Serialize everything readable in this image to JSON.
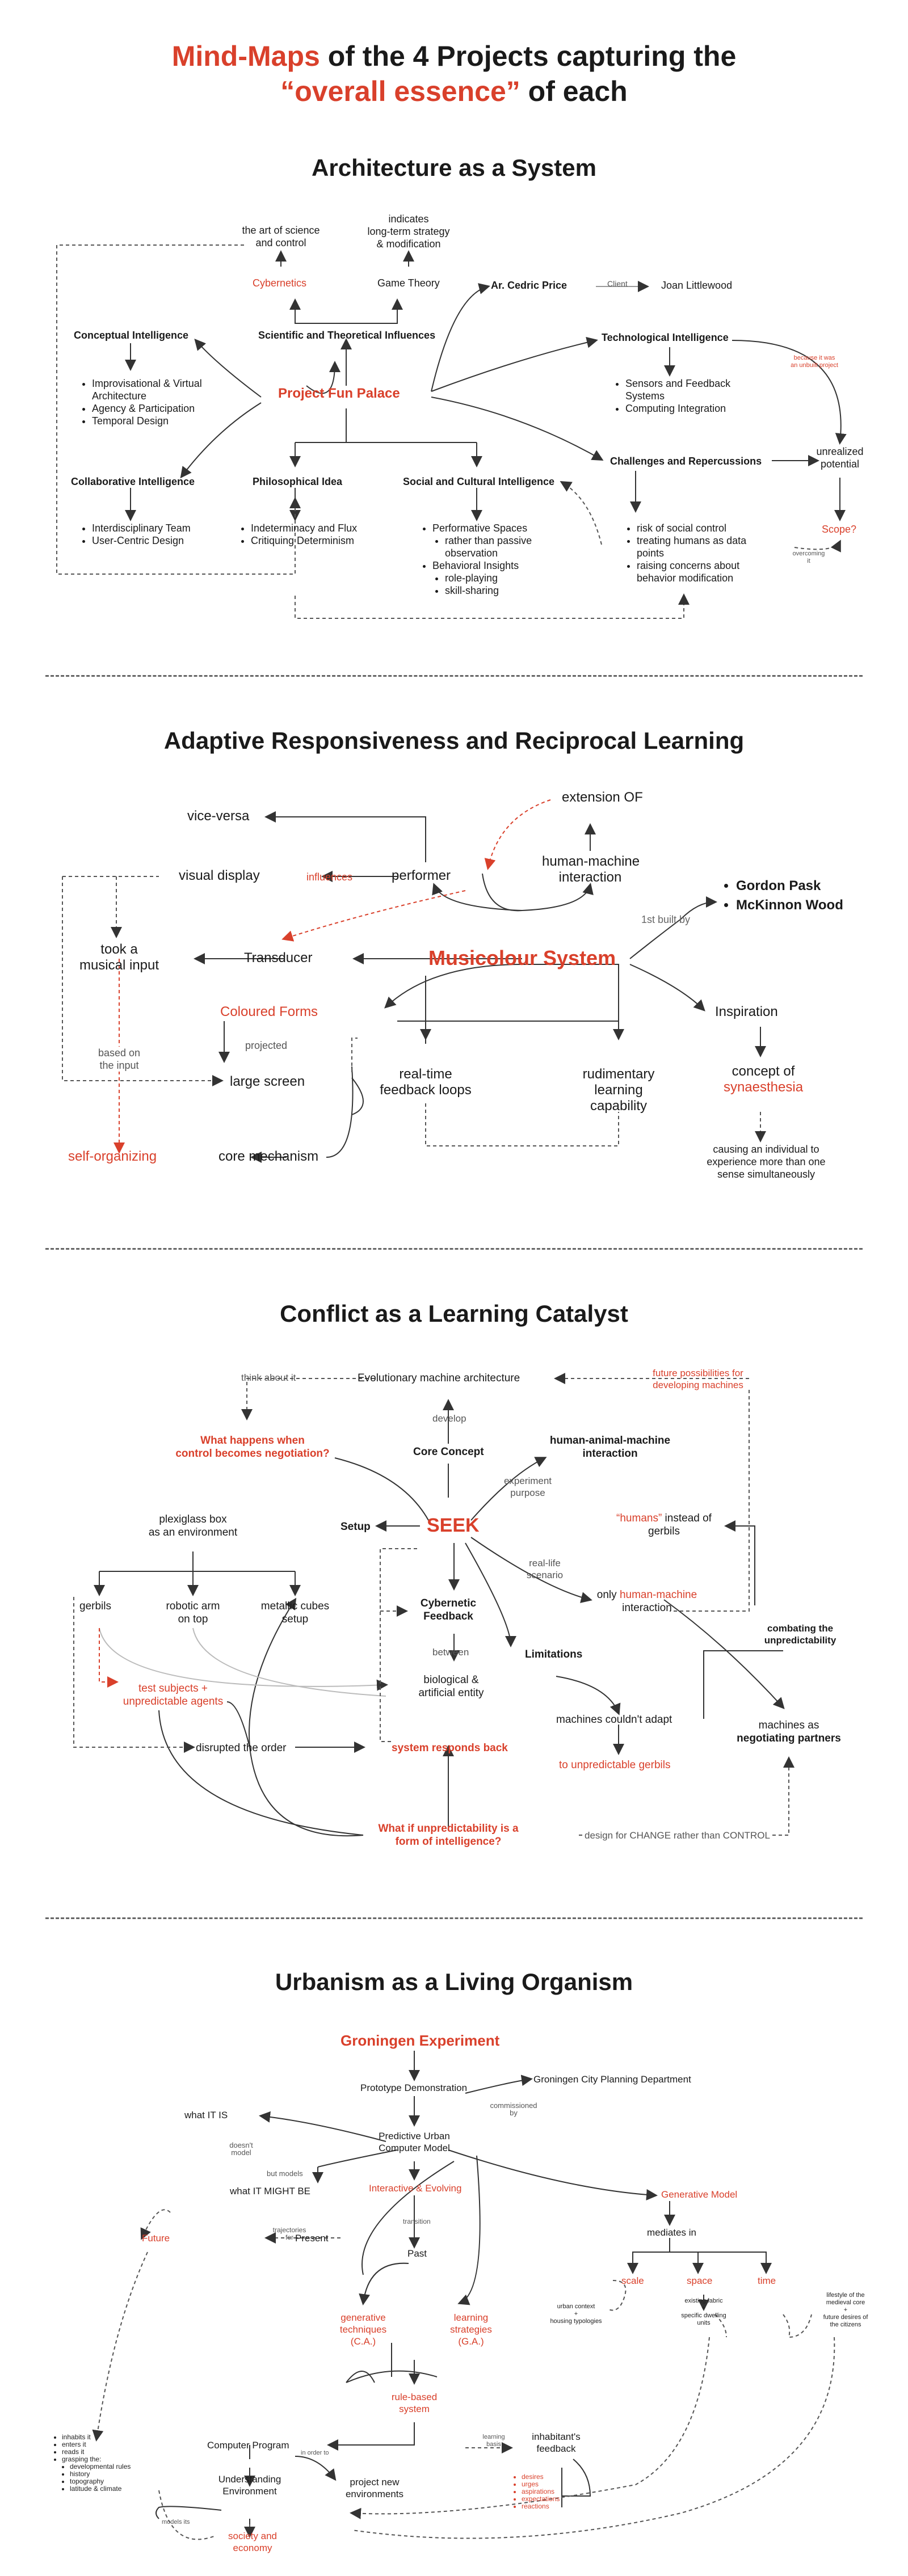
{
  "header": {
    "title_red": "Mind-Maps",
    "title_rest1": " of the 4 Projects capturing the",
    "title_quote": "“overall essence”",
    "title_rest2": " of each"
  },
  "s1": {
    "title": "Architecture as a System",
    "center": "Project Fun Palace",
    "art": [
      "the art of science",
      "and control"
    ],
    "indicates": [
      "indicates",
      "long-term strategy",
      "& modification"
    ],
    "cybernetics": "Cybernetics",
    "game": "Game Theory",
    "cedric": "Ar. Cedric Price",
    "client": "Client",
    "joan": "Joan Littlewood",
    "sci": "Scientific and Theoretical Influences",
    "conceptual": "Conceptual Intelligence",
    "conceptual_items": [
      "Improvisational & Virtual Architecture",
      "Agency & Participation",
      "Temporal Design"
    ],
    "tech": "Technological Intelligence",
    "tech_items": [
      "Sensors and Feedback Systems",
      "Computing Integration"
    ],
    "because": [
      "because it was",
      "an unbuilt project"
    ],
    "unrealized": [
      "unrealized",
      "potential"
    ],
    "challenges": "Challenges and Repercussions",
    "challenge_items": [
      "risk of social control",
      "treating humans as data points",
      "raising concerns about behavior modification"
    ],
    "scope": "Scope?",
    "overcoming": [
      "overcoming",
      "it"
    ],
    "collab": "Collaborative Intelligence",
    "collab_items": [
      "Interdisciplinary Team",
      "User-Centric Design"
    ],
    "phil": "Philosophical Idea",
    "phil_items": [
      "Indeterminacy and Flux",
      "Critiquing Determinism"
    ],
    "social": "Social and Cultural Intelligence",
    "social_items": [
      "Performative Spaces",
      "rather than passive observation",
      "Behavioral Insights",
      "role-playing",
      "skill-sharing"
    ]
  },
  "s2": {
    "title": "Adaptive Responsiveness and Reciprocal Learning",
    "center": "Musicolour System",
    "vice": "vice-versa",
    "extension": "extension OF",
    "visual": "visual display",
    "influences": "influences",
    "performer": "performer",
    "hmi": [
      "human-machine",
      "interaction"
    ],
    "built": "1st built by",
    "gordon": "Gordon Pask",
    "mckinnon": "McKinnon Wood",
    "took": [
      "took a",
      "musical input"
    ],
    "transducer": "Transducer",
    "coloured": "Coloured Forms",
    "projected": "projected",
    "based": [
      "based on",
      "the input"
    ],
    "large": "large screen",
    "realtime": [
      "real-time",
      "feedback loops"
    ],
    "rudimentary": [
      "rudimentary",
      "learning",
      "capability"
    ],
    "inspiration": "Inspiration",
    "concept": "concept of",
    "syn": "synaesthesia",
    "causing": [
      "causing an individual to",
      "experience more than one",
      "sense simultaneously"
    ],
    "self": "self-organizing",
    "core": "core mechanism"
  },
  "s3": {
    "title": "Conflict as a Learning Catalyst",
    "think": "think about it",
    "evo": "Evolutionary machine architecture",
    "future": [
      "future possibilities for",
      "developing machines"
    ],
    "develop": "develop",
    "what_happens": [
      "What happens when",
      "control becomes negotiation?"
    ],
    "core_concept": "Core Concept",
    "ham": [
      "human-animal-machine",
      "interaction"
    ],
    "exp": [
      "experiment",
      "purpose"
    ],
    "plexi": [
      "plexiglass box",
      "as an environment"
    ],
    "setup": "Setup",
    "seek": "SEEK",
    "humans_red": "“humans”",
    "humans_rest": " instead of",
    "gerbils_w": "gerbils",
    "real": [
      "real-life",
      "scenario"
    ],
    "only": "only ",
    "hm_red": "human-machine",
    "interaction": "interaction",
    "gerbils": "gerbils",
    "robotic": [
      "robotic arm",
      "on top"
    ],
    "cubes": [
      "metallic cubes",
      "setup"
    ],
    "cyber": [
      "Cybernetic",
      "Feedback"
    ],
    "combating": [
      "combating the",
      "unpredictability"
    ],
    "limitations": "Limitations",
    "between": "between",
    "bio": [
      "biological &",
      "artificial entity"
    ],
    "test": [
      "test subjects +",
      "unpredictable agents"
    ],
    "couldnt": "machines couldn't adapt",
    "negotiating1": "machines as",
    "negotiating2": "negotiating partners",
    "disrupted": "disrupted the order",
    "responds": "system responds back",
    "to_unpred": "to unpredictable gerbils",
    "what_if": [
      "What if unpredictability is a",
      "form of intelligence?"
    ],
    "design": "design for CHANGE rather than CONTROL"
  },
  "s4": {
    "title": "Urbanism as a Living Organism",
    "groningen": "Groningen Experiment",
    "prototype": "Prototype Demonstration",
    "commissioned": [
      "commissioned",
      "by"
    ],
    "gcpd": "Groningen City Planning Department",
    "what_is": "what IT IS",
    "doesnt": [
      "doesn't",
      "model"
    ],
    "predictive": [
      "Predictive Urban",
      "Computer Model"
    ],
    "but": "but models",
    "might": "what IT MIGHT BE",
    "interactive": "Interactive & Evolving",
    "generative_model": "Generative Model",
    "transition": "transition",
    "past": "Past",
    "mediates": "mediates in",
    "future": "Future",
    "trajectories": [
      "trajectories",
      "for"
    ],
    "present": "Present",
    "scale": "scale",
    "space": "space",
    "time": "time",
    "urban": [
      "urban context",
      "+",
      "housing typologies"
    ],
    "existing": [
      "existing fabric",
      "+",
      "specific dwelling",
      "units"
    ],
    "lifestyle": [
      "lifestyle of the",
      "medieval core",
      "+",
      "future desires of",
      "the citizens"
    ],
    "gen_tech": [
      "generative",
      "techniques",
      "(C.A.)"
    ],
    "learn_strat": [
      "learning",
      "strategies",
      "(G.A.)"
    ],
    "rule": [
      "rule-based",
      "system"
    ],
    "computer": "Computer Program",
    "learning_basis": [
      "learning",
      "basis"
    ],
    "inhabitants": [
      "inhabitant's",
      "feedback"
    ],
    "in_order": "in order to",
    "understanding": [
      "Understanding",
      "Environment"
    ],
    "project_new": [
      "project new",
      "environments"
    ],
    "desires": [
      "desires",
      "urges",
      "aspirations",
      "expectations",
      "reactions"
    ],
    "inhabits": [
      "inhabits it",
      "enters it",
      "reads it",
      "grasping the:"
    ],
    "inhabits_sub": [
      "developmental rules",
      "history",
      "topography",
      "latitude & climate"
    ],
    "models": "models its",
    "society": [
      "society and",
      "economy"
    ]
  }
}
